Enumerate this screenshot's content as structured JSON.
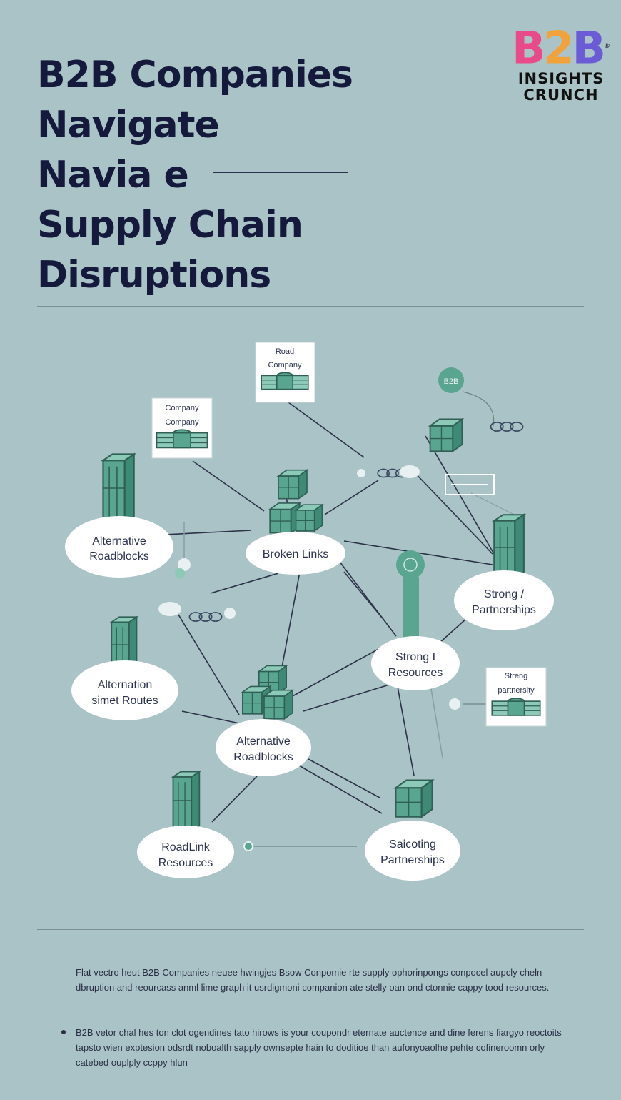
{
  "title_lines": [
    "B2B Companies",
    "Navigate",
    "Navia  e",
    "Supply Chain",
    "Disruptions"
  ],
  "logo": {
    "mark": [
      "B",
      "2",
      "B"
    ],
    "line1": "INSIGHTS",
    "line2": "CRUNCH",
    "reg": "®"
  },
  "colors": {
    "background": "#a9c3c7",
    "teal": "#5aa58f",
    "teal_dark": "#2f6f62",
    "ink": "#151a3d"
  },
  "nodes": [
    {
      "id": "alt-roadblocks-1",
      "lines": [
        "Alternative",
        "Roadblocks"
      ]
    },
    {
      "id": "broken-links",
      "lines": [
        "Broken Links"
      ]
    },
    {
      "id": "strong-partnerships",
      "lines": [
        "Strong    /",
        "Partnerships"
      ]
    },
    {
      "id": "strong-resources",
      "lines": [
        "Strong  I",
        "Resources"
      ]
    },
    {
      "id": "alternation-routes",
      "lines": [
        "Alternation",
        "simet Routes"
      ]
    },
    {
      "id": "alt-roadblocks-2",
      "lines": [
        "Alternative",
        "Roadblocks"
      ]
    },
    {
      "id": "roadlink-resources",
      "lines": [
        "RoadLink",
        "Resources"
      ]
    },
    {
      "id": "saicoting-partnerships",
      "lines": [
        "Saicoting",
        "Partnerships"
      ]
    }
  ],
  "boxes": [
    {
      "id": "road-company",
      "lines": [
        "Road",
        "Company"
      ]
    },
    {
      "id": "company-company",
      "lines": [
        "Company",
        "Company"
      ]
    },
    {
      "id": "strong-partnership",
      "lines": [
        "Streng",
        "partnersity"
      ]
    }
  ],
  "badge_text": "B2B",
  "description": "Flat vectro heut B2B Companies neuee hwingjes Bsow Conpomie rte supply ophorinpongs conpocel aupcly cheln dbruption and reourcass anml lime graph it usrdigmoni companion ate stelly oan ond ctonnie cappy tood resources.",
  "bullet": "B2B vetor chal hes ton clot ogendines tato hirows is your coupondr eternate auctence and dine ferens fiargyo reoctoits tapsto wien exptesion odsrdt noboalth sapply ownsepte hain to doditioe than aufonyoaolhe pehte cofineroomn orly catebed ouplply ccppy hlun"
}
